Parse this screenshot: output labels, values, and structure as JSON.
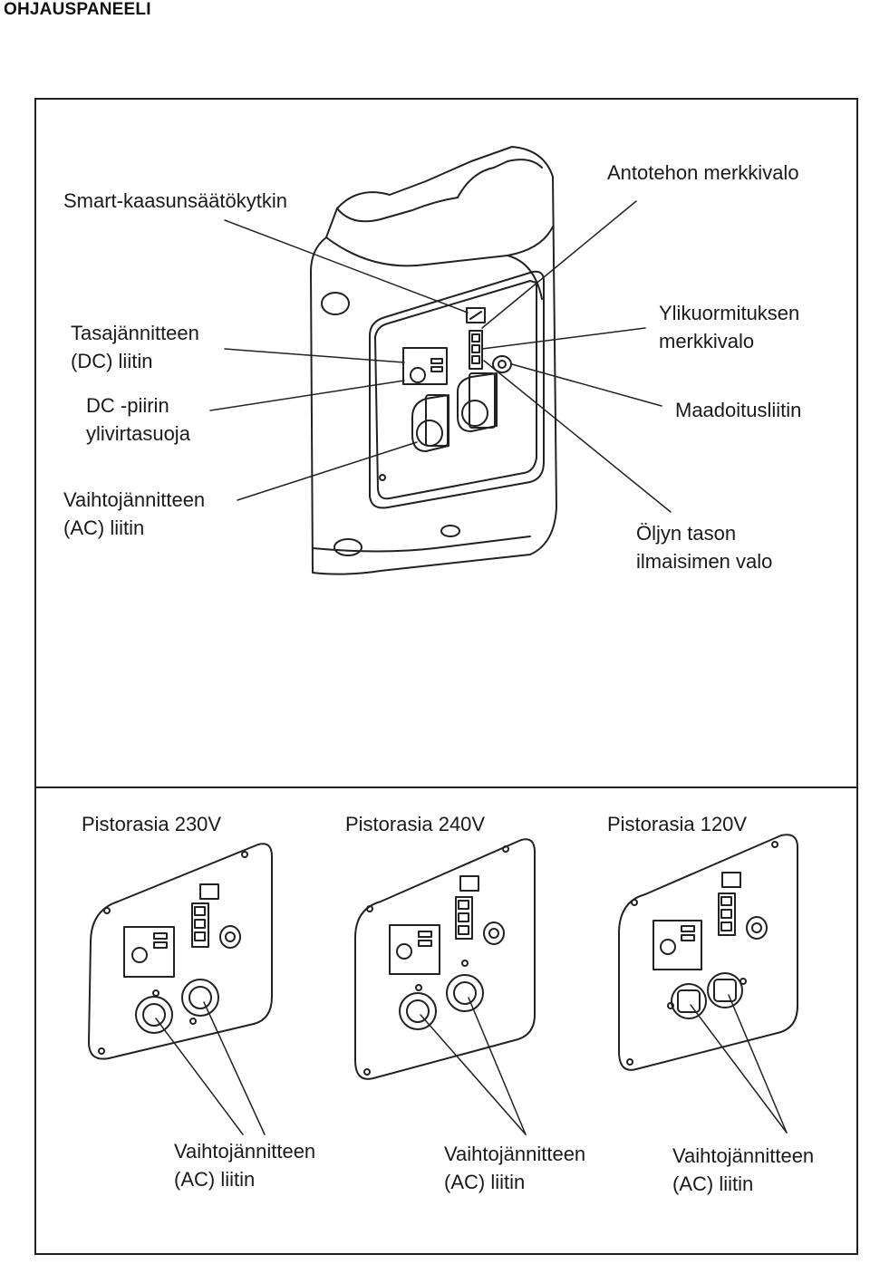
{
  "page": {
    "title": "OHJAUSPANEELI"
  },
  "top_diagram": {
    "labels": {
      "smart_throttle": "Smart-kaasunsäätökytkin",
      "output_indicator": "Antotehon merkkivalo",
      "dc_outlet_line1": "Tasajännitteen",
      "dc_outlet_line2": "(DC) liitin",
      "overload_line1": "Ylikuormituksen",
      "overload_line2": "merkkivalo",
      "dc_breaker_line1": "DC -piirin",
      "dc_breaker_line2": "ylivirtasuoja",
      "ground": "Maadoitusliitin",
      "ac_outlet_line1": "Vaihtojännitteen",
      "ac_outlet_line2": "(AC) liitin",
      "oil_line1": "Öljyn tason",
      "oil_line2": "ilmaisimen valo"
    }
  },
  "bottom_panels": [
    {
      "header": "Pistorasia 230V",
      "caption_line1": "Vaihtojännitteen",
      "caption_line2": "(AC) liitin"
    },
    {
      "header": "Pistorasia 240V",
      "caption_line1": "Vaihtojännitteen",
      "caption_line2": "(AC) liitin"
    },
    {
      "header": "Pistorasia 120V",
      "caption_line1": "Vaihtojännitteen",
      "caption_line2": "(AC) liitin"
    }
  ],
  "colors": {
    "ink": "#1a1a1a",
    "background": "#ffffff"
  }
}
